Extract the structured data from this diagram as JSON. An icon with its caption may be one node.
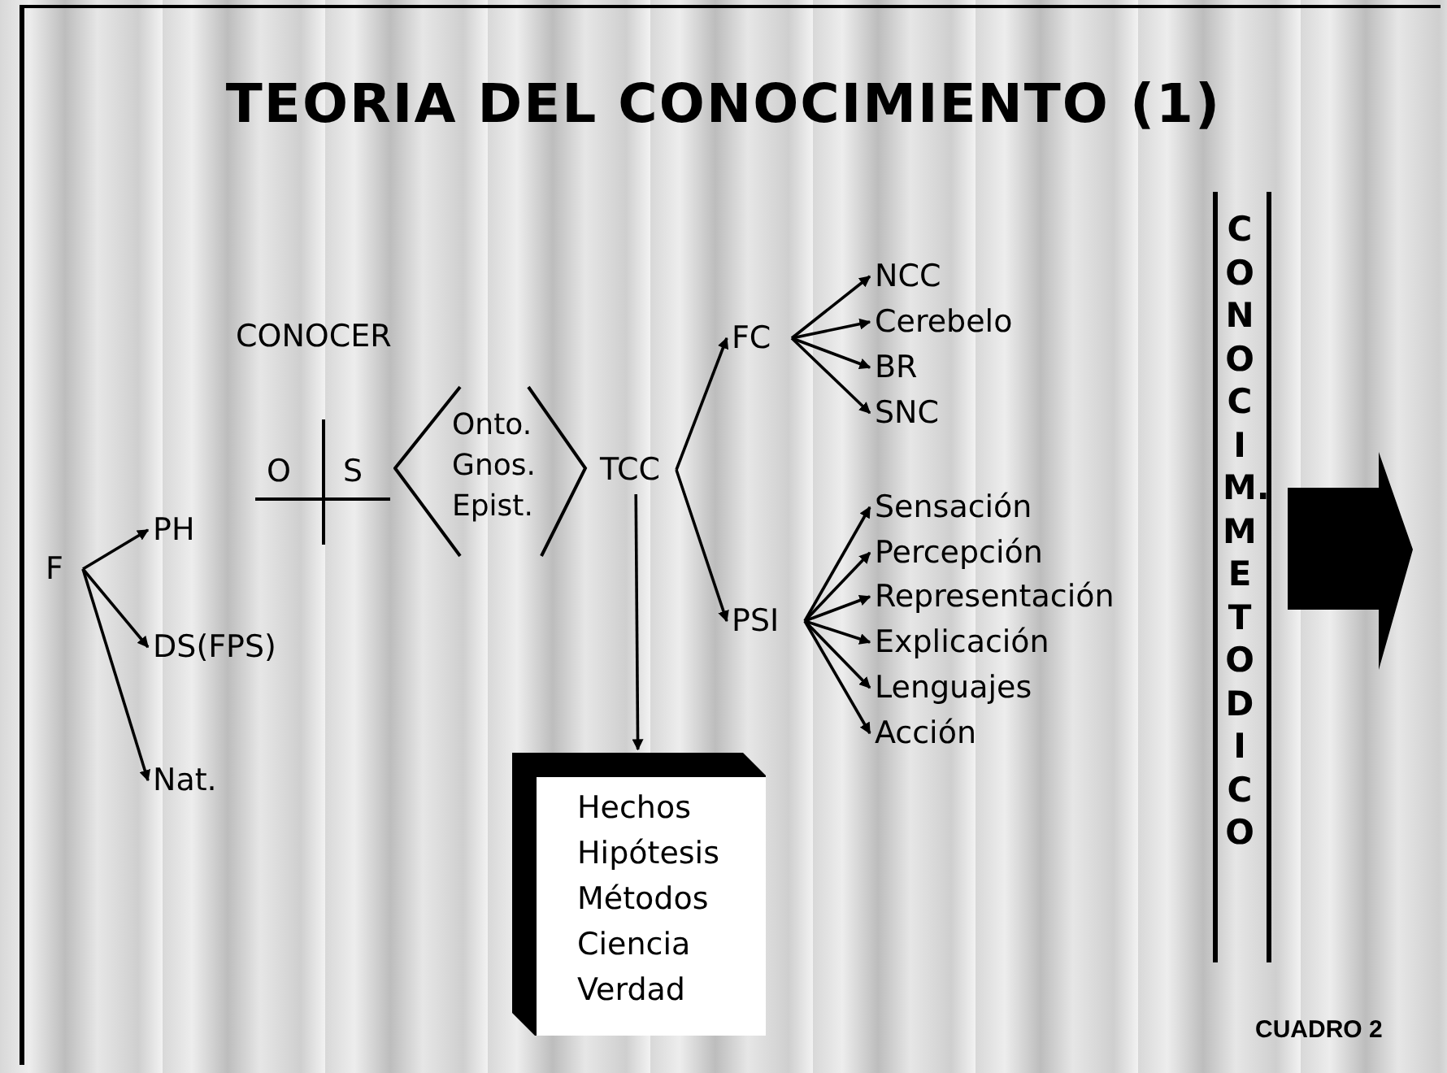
{
  "diagram": {
    "title": "TEORIA DEL CONOCIMIENTO (1)",
    "nodes": [
      {
        "text": [
          "F"
        ]
      },
      {
        "text": [
          "PH"
        ]
      },
      {
        "text": [
          "DS(FPS)"
        ]
      },
      {
        "text": [
          "Nat."
        ]
      },
      {
        "text": [
          "Onto.",
          "Gnos.",
          "Epist."
        ]
      },
      {
        "text": [
          "TCC"
        ]
      },
      {
        "text": [
          "FC"
        ]
      },
      {
        "text": [
          "NCC"
        ]
      },
      {
        "text": [
          "Cerebelo"
        ]
      },
      {
        "text": [
          "BR"
        ]
      },
      {
        "text": [
          "SNC"
        ]
      },
      {
        "text": [
          "PSI"
        ]
      },
      {
        "text": [
          "Sensación"
        ]
      },
      {
        "text": [
          "Percepción"
        ]
      },
      {
        "text": [
          "Representación"
        ]
      },
      {
        "text": [
          "Explicación"
        ]
      },
      {
        "text": [
          "Lenguajes"
        ]
      },
      {
        "text": [
          "Acción"
        ]
      },
      {
        "text": [
          "Hechos",
          "Hipótesis",
          "Métodos",
          "Ciencia",
          "Verdad"
        ]
      },
      {
        "text": [
          "CONOCIM. METODICO"
        ]
      }
    ],
    "edges": [
      {
        "from": 0,
        "to": 1,
        "arrow": "to"
      },
      {
        "from": 0,
        "to": 2,
        "arrow": "to"
      },
      {
        "from": 0,
        "to": 3,
        "arrow": "to"
      },
      {
        "from": 5,
        "to": 6,
        "arrow": "to"
      },
      {
        "from": 5,
        "to": 11,
        "arrow": "to"
      },
      {
        "from": 5,
        "to": 18,
        "arrow": "to"
      },
      {
        "from": 6,
        "to": 7,
        "arrow": "to"
      },
      {
        "from": 6,
        "to": 8,
        "arrow": "to"
      },
      {
        "from": 6,
        "to": 9,
        "arrow": "to"
      },
      {
        "from": 6,
        "to": 10,
        "arrow": "to"
      },
      {
        "from": 11,
        "to": 12,
        "arrow": "to"
      },
      {
        "from": 11,
        "to": 13,
        "arrow": "to"
      },
      {
        "from": 11,
        "to": 14,
        "arrow": "to"
      },
      {
        "from": 11,
        "to": 15,
        "arrow": "to"
      },
      {
        "from": 11,
        "to": 16,
        "arrow": "to"
      },
      {
        "from": 11,
        "to": 17,
        "arrow": "to"
      }
    ],
    "labels": [
      "CONOCER",
      "O",
      "S",
      "CUADRO 2"
    ]
  }
}
